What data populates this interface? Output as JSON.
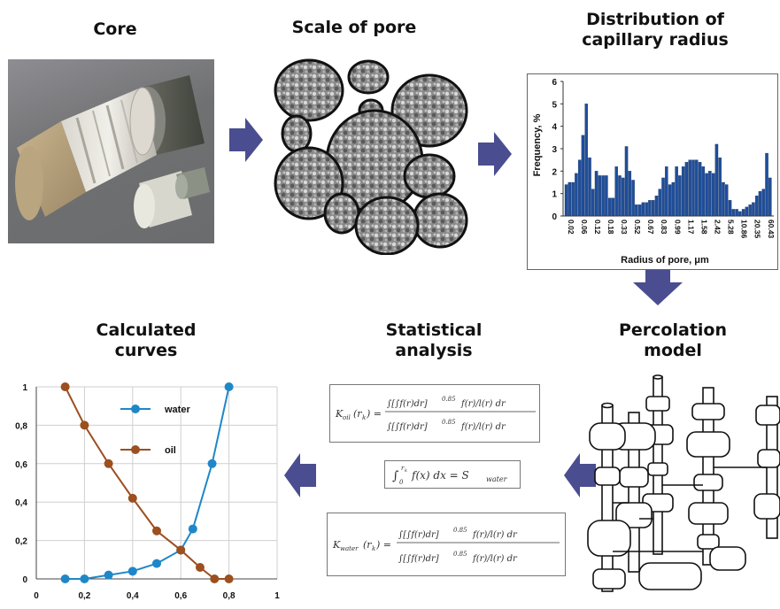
{
  "titles": {
    "core": "Core",
    "scale_of_pore": "Scale of pore",
    "distribution_line1": "Distribution of",
    "distribution_line2": "capillary radius",
    "percolation_line1": "Percolation",
    "percolation_line2": "model",
    "statistical_line1": "Statistical",
    "statistical_line2": "analysis",
    "calculated_line1": "Calculated",
    "calculated_line2": "curves"
  },
  "formulas": {
    "k_oil": "K_oil(r_k) = ∫[r_k..r_c] [∫ f(r)dr]^0.85 f(r)/l(r) dr / ∫[0..r_max] [∫ f(r)dr]^0.85 f(r)/l(r) dr",
    "s_water": "∫₀^{r_k} f(x) dx = S_water",
    "k_water": "K_water(r_k) = ∫[0..r_k] [∫ f(r)dr]^0.85 f(r)/l(r) dr / ∫[0..r_max] [∫ f(r)dr]^0.85 f(r)/l(r) dr"
  },
  "chart_data": [
    {
      "type": "bar",
      "xlabel": "Radius of pore, μm",
      "ylabel": "Frequency, %",
      "ylim": [
        0,
        6
      ],
      "yticks": [
        "0",
        "1",
        "2",
        "3",
        "4",
        "5",
        "6"
      ],
      "xtick_labels": [
        "0.02",
        "0.06",
        "0.12",
        "0.18",
        "0.33",
        "0.52",
        "0.67",
        "0.83",
        "0.99",
        "1.17",
        "1.58",
        "2.42",
        "5.28",
        "10.86",
        "20.35",
        "60.43"
      ],
      "values": [
        1.4,
        1.5,
        1.5,
        1.9,
        2.5,
        3.6,
        5.0,
        2.6,
        1.2,
        2.0,
        1.8,
        1.8,
        1.8,
        0.8,
        0.8,
        2.2,
        1.8,
        1.7,
        3.1,
        2.0,
        1.6,
        0.5,
        0.5,
        0.6,
        0.6,
        0.7,
        0.7,
        0.9,
        1.2,
        1.7,
        2.2,
        1.4,
        1.5,
        2.2,
        1.8,
        2.2,
        2.4,
        2.5,
        2.5,
        2.5,
        2.4,
        2.2,
        1.9,
        2.0,
        1.9,
        3.2,
        2.6,
        1.5,
        1.4,
        0.7,
        0.3,
        0.3,
        0.2,
        0.3,
        0.4,
        0.5,
        0.6,
        0.9,
        1.1,
        1.2,
        2.8,
        1.7
      ],
      "bar_color": "#1f4e9a",
      "grid": false
    },
    {
      "type": "line",
      "xlim": [
        0,
        1
      ],
      "ylim": [
        0,
        1
      ],
      "xticks": [
        "0",
        "0,2",
        "0,4",
        "0,6",
        "0,8",
        "1"
      ],
      "yticks": [
        "0",
        "0,2",
        "0,4",
        "0,6",
        "0,8",
        "1"
      ],
      "legend_position": "top-right",
      "series": [
        {
          "name": "water",
          "color": "#1f87c8",
          "x": [
            0.12,
            0.2,
            0.3,
            0.4,
            0.5,
            0.6,
            0.65,
            0.73,
            0.8
          ],
          "y": [
            0.0,
            0.0,
            0.02,
            0.04,
            0.08,
            0.15,
            0.26,
            0.6,
            1.0
          ]
        },
        {
          "name": "oil",
          "color": "#9c4f1f",
          "x": [
            0.12,
            0.2,
            0.3,
            0.4,
            0.5,
            0.6,
            0.68,
            0.74,
            0.8
          ],
          "y": [
            1.0,
            0.8,
            0.6,
            0.42,
            0.25,
            0.15,
            0.06,
            0.0,
            0.0
          ]
        }
      ]
    }
  ]
}
